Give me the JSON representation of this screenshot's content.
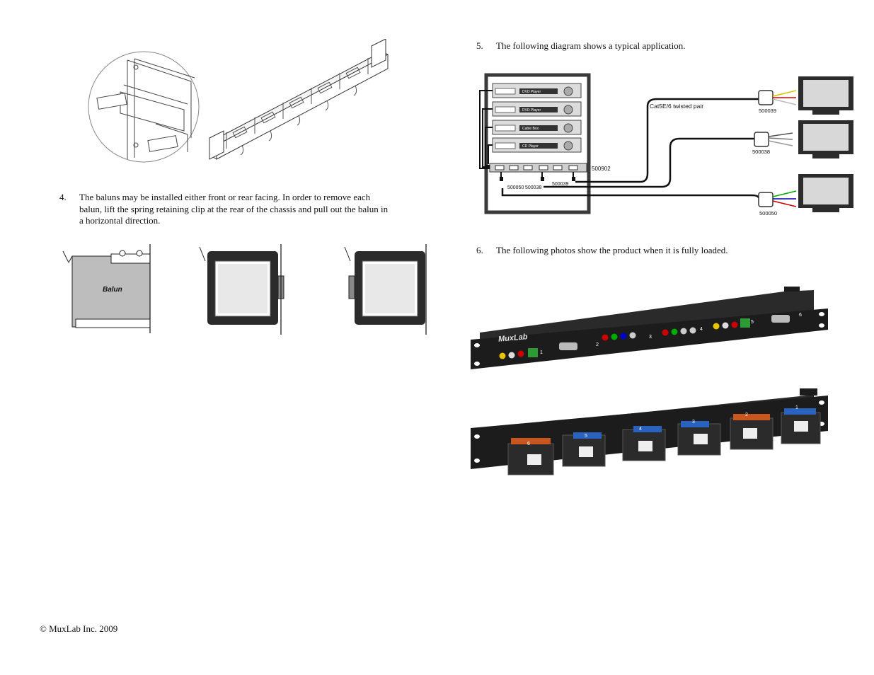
{
  "steps": {
    "s4": {
      "num": "4.",
      "line1": "The baluns may be installed either front or rear facing.  In order to remove each",
      "line2": "balun, lift the spring retaining clip at the rear of the chassis and pull out the balun in",
      "line3": "a horizontal direction."
    },
    "s5": {
      "num": "5.",
      "text": "The following diagram shows a typical application."
    },
    "s6": {
      "num": "6.",
      "text": "The following photos show the product when it is fully loaded."
    }
  },
  "balun_fig": {
    "label": "Balun"
  },
  "app_diagram": {
    "cable_label": "Cat5E/6 twisted pair",
    "rack_model": "500902",
    "devices": [
      "DVD Player",
      "DVD Player",
      "Cable Box",
      "CD Player"
    ],
    "port_labels": {
      "left": "500050",
      "middle": "500038",
      "right": "500039"
    },
    "receivers": [
      "500039",
      "500038",
      "500050"
    ]
  },
  "photos": {
    "front_brand": "MuxLab",
    "front_slots": [
      "1",
      "2",
      "3",
      "4",
      "5",
      "6"
    ],
    "rear_slots": [
      "6",
      "5",
      "4",
      "3",
      "2",
      "1"
    ]
  },
  "footer": {
    "copyright": "© MuxLab Inc. 2009"
  },
  "colors": {
    "rack": "#3a3a3a",
    "panel": "#1c1c1c",
    "balun_fill": "#bdbdbd",
    "screen": "#d8d8d8"
  }
}
